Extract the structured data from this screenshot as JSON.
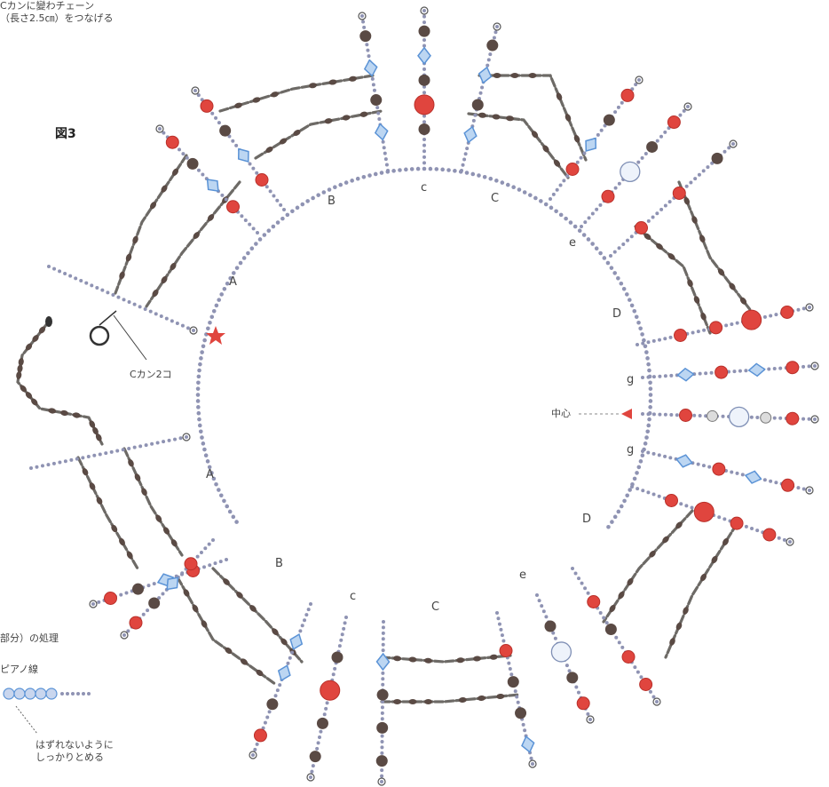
{
  "figure_title": "図3",
  "top_note": [
    "Cカンに變わチェーン",
    "（長さ2.5㎝）をつなげる"
  ],
  "labels": {
    "c_kan": "Cカン2コ",
    "center": "中心",
    "end_process": "部分）の処理",
    "piano_wire": "ピアノ線",
    "note_line1": "はずれないように",
    "note_line2": "しっかりとめる"
  },
  "segment_labels": [
    {
      "id": "A-upper",
      "text": "A"
    },
    {
      "id": "B-upper",
      "text": "B"
    },
    {
      "id": "c-upper",
      "text": "c"
    },
    {
      "id": "C-upper",
      "text": "C"
    },
    {
      "id": "e-upper",
      "text": "e"
    },
    {
      "id": "D-upper",
      "text": "D"
    },
    {
      "id": "g-upper",
      "text": "g"
    },
    {
      "id": "g-lower",
      "text": "g"
    },
    {
      "id": "D-lower",
      "text": "D"
    },
    {
      "id": "e-lower",
      "text": "e"
    },
    {
      "id": "C-lower",
      "text": "C"
    },
    {
      "id": "c-lower",
      "text": "c"
    },
    {
      "id": "B-lower",
      "text": "B"
    },
    {
      "id": "A-lower",
      "text": "A"
    }
  ],
  "colors": {
    "wire": "#8f93b3",
    "bead_red": "#e0453e",
    "bead_blue": "#5b93d6",
    "bead_brown": "#5a4a44",
    "chain": "#6d6a66",
    "star": "#e0453e"
  },
  "icons": [
    "star-icon",
    "clasp-ring-icon"
  ]
}
